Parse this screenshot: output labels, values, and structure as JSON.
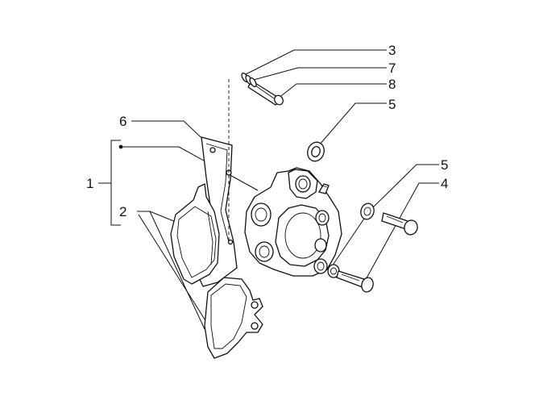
{
  "callouts": {
    "c1": "1",
    "c2": "2",
    "c3": "3",
    "c4": "4",
    "c5a": "5",
    "c5b": "5",
    "c6": "6",
    "c7": "7",
    "c8": "8"
  },
  "colors": {
    "ink": "#111111",
    "paper": "#ffffff"
  }
}
